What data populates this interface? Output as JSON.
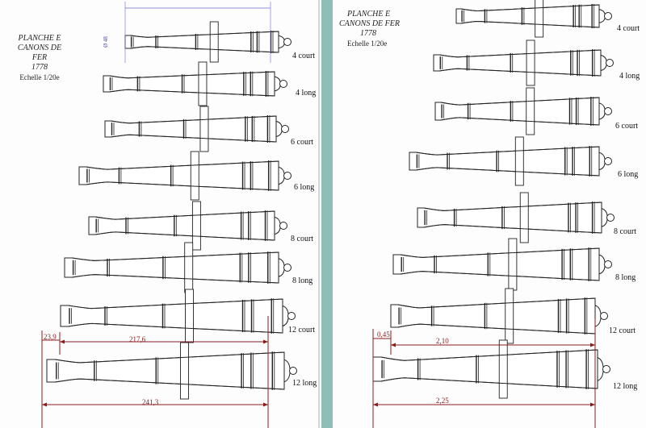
{
  "left_sheet": {
    "title_lines": [
      "PLANCHE E",
      "CANONS DE FER",
      "1778"
    ],
    "scale": "Echelle 1/20e",
    "labels": [
      "4 court",
      "4 long",
      "6 court",
      "6 long",
      "8 court",
      "8 long",
      "12 court",
      "12 long"
    ],
    "dims": [
      "23,9",
      "217,6",
      "241,3"
    ],
    "top_dims": [
      "Ø 48"
    ]
  },
  "right_sheet": {
    "title_lines": [
      "PLANCHE E",
      "CANONS DE FER",
      "1778"
    ],
    "scale": "Echelle 1/20e",
    "labels": [
      "4 court",
      "4 long",
      "6 court",
      "6 long",
      "8 court",
      "8 long",
      "12 court",
      "12 long"
    ],
    "dims": [
      "0,45",
      "2,10",
      "2,25"
    ]
  },
  "colors": {
    "background": "#8fbdb8",
    "paper": "#fdfdfd",
    "dimension_line": "#8a1b1b",
    "ink": "#222222",
    "construction": "#4a4aa0"
  }
}
